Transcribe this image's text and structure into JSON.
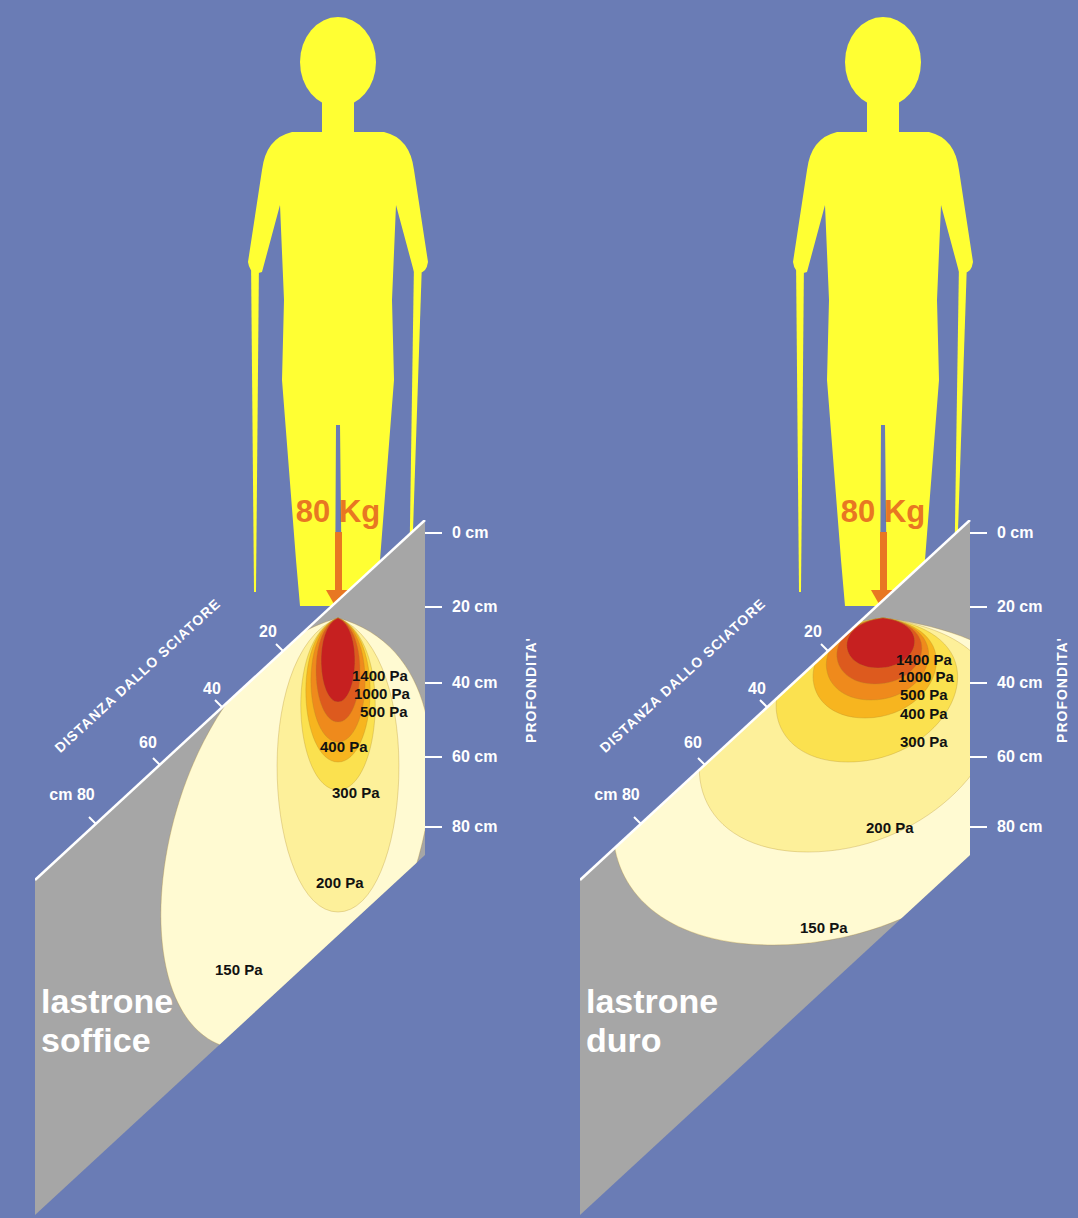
{
  "diagram": {
    "nodes": [
      {
        "text": [
          "lastrone soffice"
        ]
      },
      {
        "text": [
          "lastrone duro"
        ]
      }
    ],
    "labels": [
      "80 Kg",
      "0 cm",
      "20 cm",
      "40 cm",
      "60 cm",
      "80 cm",
      "PROFONDITA'",
      "DISTANZA DALLO SCIATORE",
      "20",
      "40",
      "60",
      "cm 80",
      "1400 Pa",
      "1000 Pa",
      "500 Pa",
      "400 Pa",
      "300 Pa",
      "200 Pa",
      "150 Pa",
      "80 Kg",
      "0 cm",
      "20 cm",
      "40 cm",
      "60 cm",
      "80 cm",
      "PROFONDITA'",
      "DISTANZA DALLO SCIATORE",
      "20",
      "40",
      "60",
      "cm 80",
      "1400 Pa",
      "1000 Pa",
      "500 Pa",
      "400 Pa",
      "300 Pa",
      "200 Pa",
      "150 Pa"
    ]
  }
}
